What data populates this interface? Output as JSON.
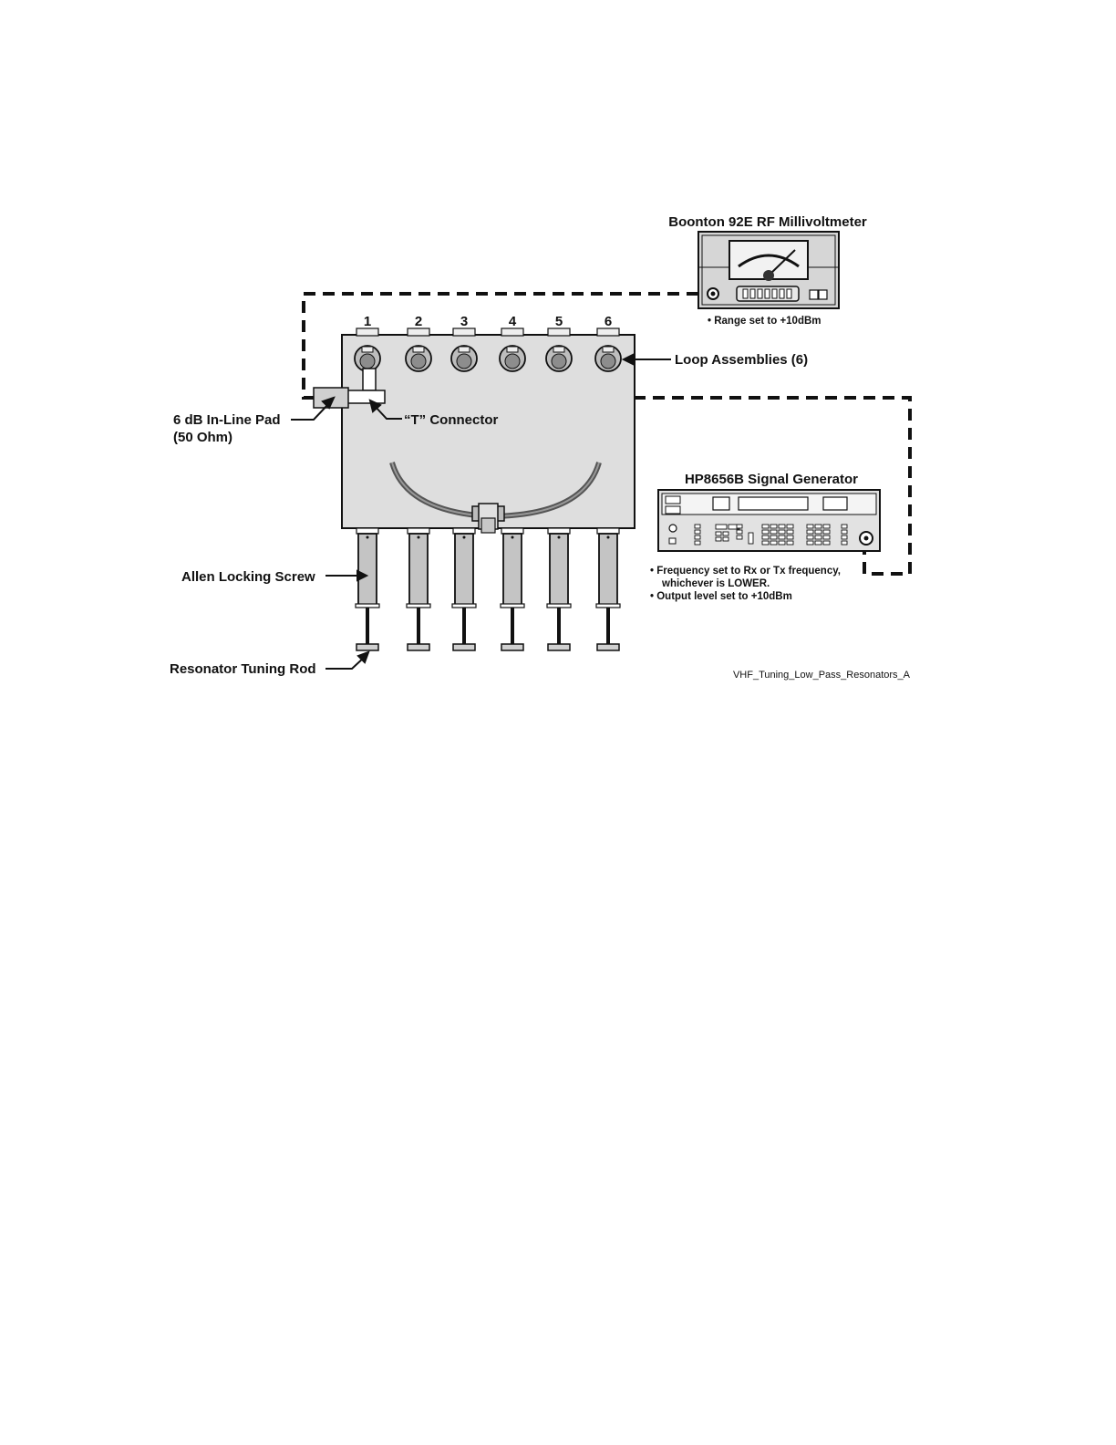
{
  "meter": {
    "title": "Boonton 92E RF Millivoltmeter",
    "note": "Range set to +10dBm"
  },
  "loop_numbers": [
    "1",
    "2",
    "3",
    "4",
    "5",
    "6"
  ],
  "labels": {
    "loop_assemblies": "Loop Assemblies (6)",
    "pad_line1": "6 dB In-Line Pad",
    "pad_line2": "(50 Ohm)",
    "t_connector": "“T” Connector",
    "allen_screw": "Allen Locking Screw",
    "tuning_rod": "Resonator Tuning Rod"
  },
  "generator": {
    "title": "HP8656B Signal Generator",
    "note1_line1": "Frequency set to Rx or Tx frequency,",
    "note1_line2": "whichever is LOWER.",
    "note2": "Output level set to +10dBm"
  },
  "caption": "VHF_Tuning_Low_Pass_Resonators_A"
}
